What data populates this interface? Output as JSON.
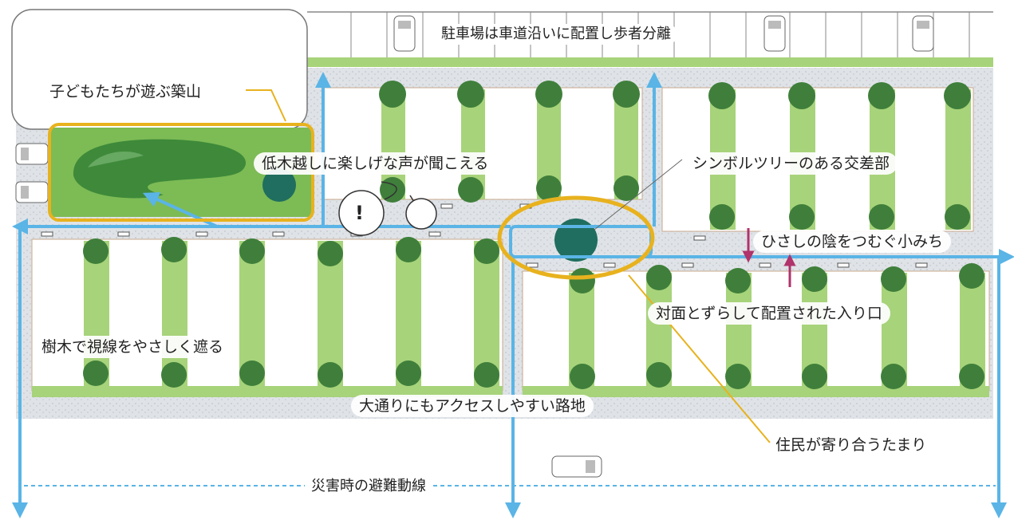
{
  "labels": {
    "parking_note": "駐車場は車道沿いに配置し歩者分離",
    "play_hill": "子どもたちが遊ぶ築山",
    "voices": "低木越しに楽しげな声が聞こえる",
    "symbol_tree": "シンボルツリーのある交差部",
    "eaves_path": "ひさしの陰をつむぐ小みち",
    "offset_entrances": "対面とずらして配置された入り口",
    "trees_screen": "樹木で視線をやさしく遮る",
    "main_street_access": "大通りにもアクセスしやすい路地",
    "residents_gather": "住民が寄り合うたまり",
    "evacuation": "災害時の避難動線",
    "exclamation": "!"
  },
  "colors": {
    "path_blue": "#5ab4e6",
    "highlight_gold": "#e8b21e",
    "green_strip": "#a7d37a",
    "tree": "#3f7f3b",
    "symbol_tree": "#1f6e5f",
    "entrance_arrow": "#b0336b",
    "gravel": "#d9dde2"
  },
  "icons": [
    "car-icon",
    "tree-icon",
    "arrow-icon",
    "speech-bubble-icon"
  ]
}
